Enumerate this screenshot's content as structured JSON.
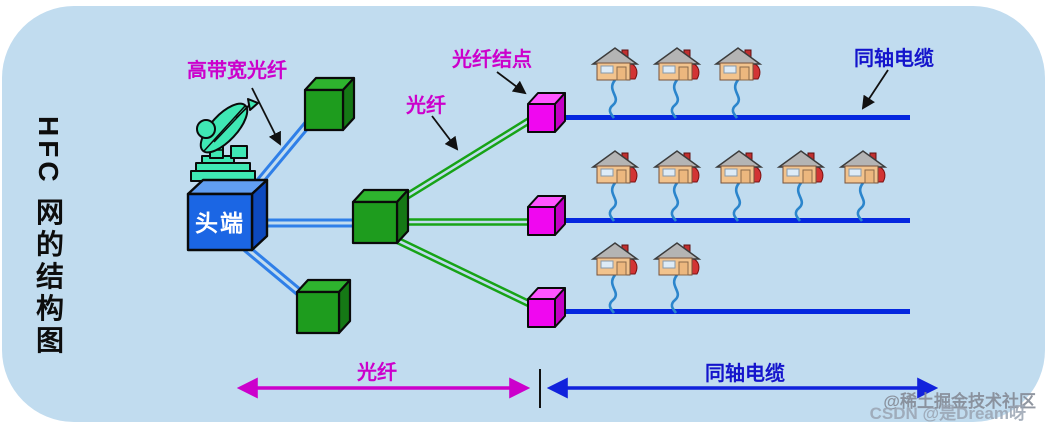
{
  "title": {
    "text": "HFC 网的结构图"
  },
  "labels": {
    "high_bandwidth_fiber": "高带宽光纤",
    "fiber_node": "光纤结点",
    "fiber": "光纤",
    "coax_pointer": "同轴电缆"
  },
  "headend": {
    "label": "头端"
  },
  "spans": {
    "fiber_section": "光纤",
    "coax_section": "同轴电缆"
  },
  "watermark": {
    "line1": "@稀土掘金技术社区",
    "line2": "CSDN @是Dream呀"
  },
  "diagram": {
    "type": "network-structure",
    "headend_has_satellite_dish": true,
    "splitter_cubes": 3,
    "fiber_nodes": 3,
    "coax_rows": [
      {
        "row": 1,
        "houses": 3
      },
      {
        "row": 2,
        "houses": 5
      },
      {
        "row": 3,
        "houses": 2
      }
    ],
    "fiber_region_left": true,
    "coax_region_right": true
  },
  "colors": {
    "panel_background": "#C1DCEF",
    "magenta_label": "#CC00CC",
    "blue_label": "#1414CC",
    "fiber_line_green": "#17A317",
    "trunk_line_blue": "#2F7FE8",
    "coax_line": "#0527DF",
    "green_cube": "#1E9C1E",
    "magenta_cube": "#F007F0",
    "headend_box": "#1B66E4",
    "satellite": "#3FE8B4",
    "house_body": "#F2C38D",
    "house_roof": "#B4B4B4"
  }
}
